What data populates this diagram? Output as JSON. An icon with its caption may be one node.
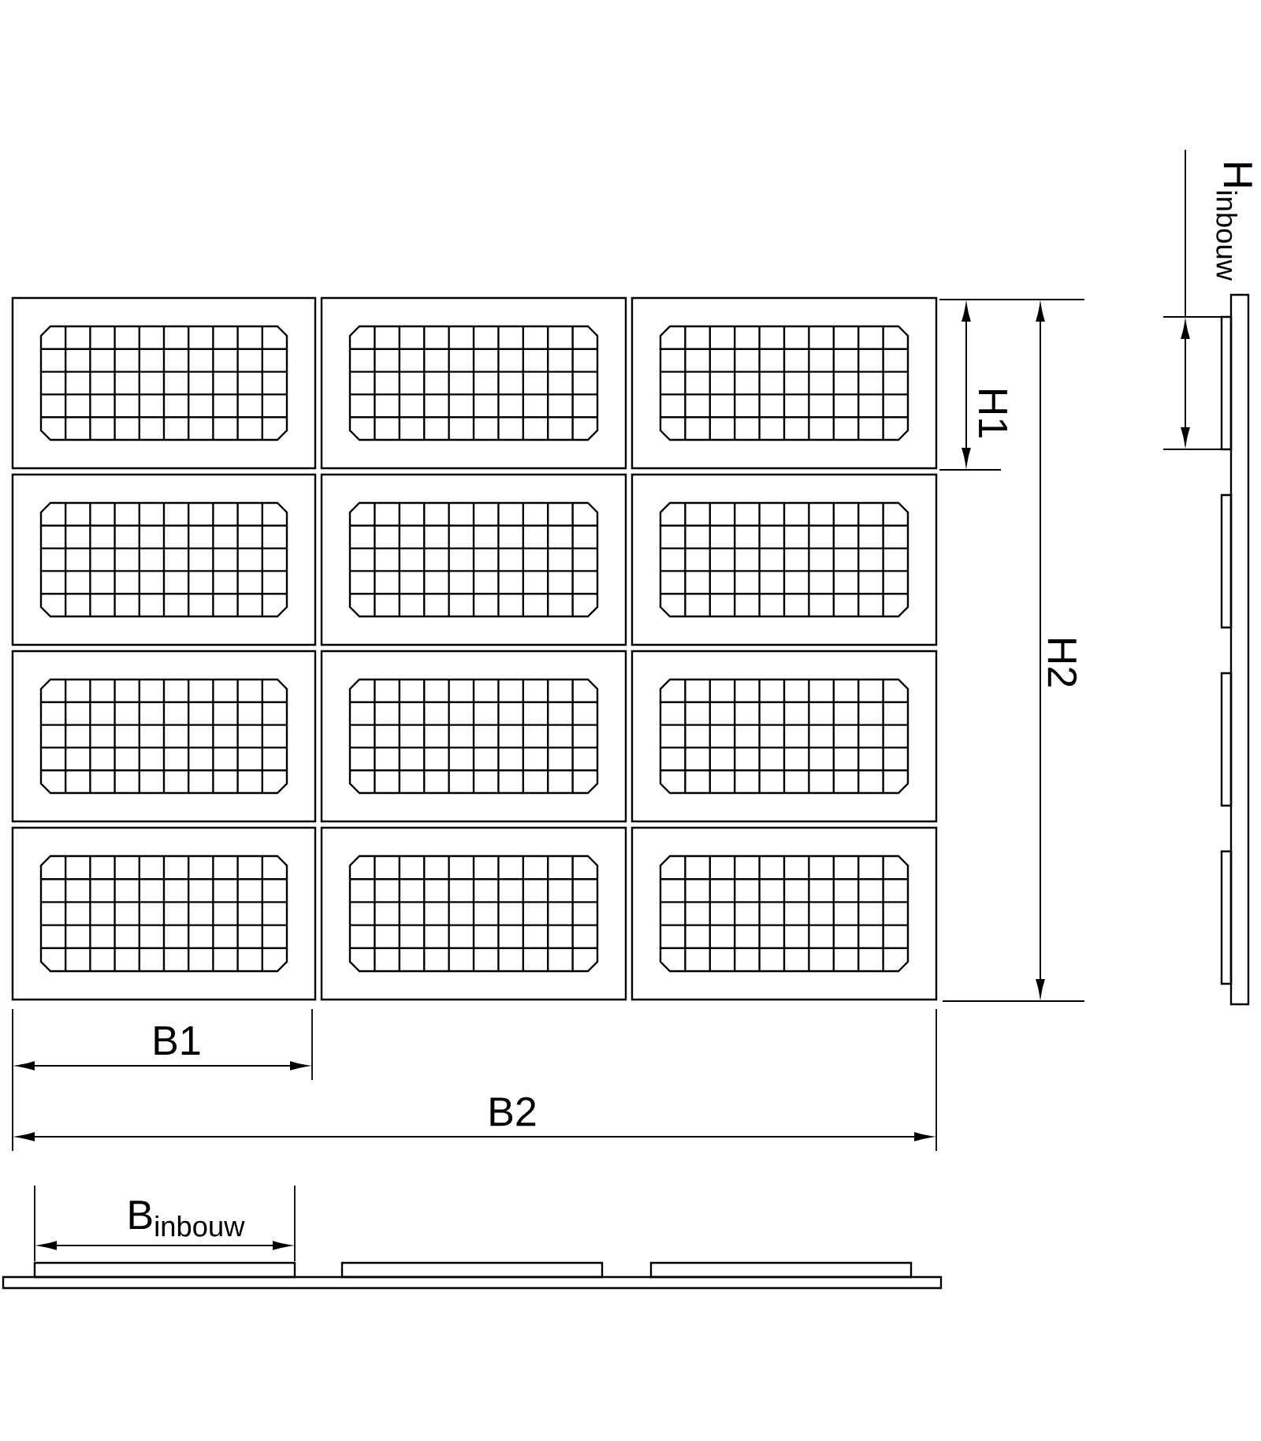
{
  "diagram": {
    "labels": [
      "H$_{inbouw}$",
      "H1",
      "H2",
      "B1",
      "B2",
      "B$_{inbouw}$"
    ]
  }
}
